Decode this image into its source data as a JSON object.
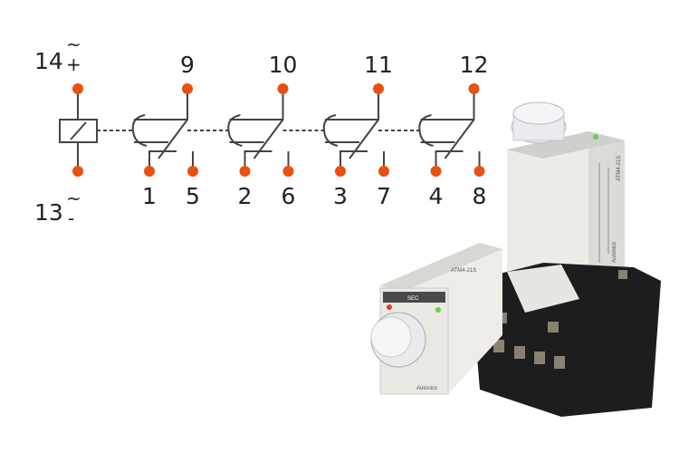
{
  "diagram": {
    "coil": {
      "top_terminal": "14",
      "top_polarity": "+",
      "top_ac": "~",
      "bottom_terminal": "13",
      "bottom_polarity": "-",
      "bottom_ac": "~"
    },
    "contacts": [
      {
        "common": "9",
        "nc": "1",
        "no": "5"
      },
      {
        "common": "10",
        "nc": "2",
        "no": "6"
      },
      {
        "common": "11",
        "nc": "3",
        "no": "7"
      },
      {
        "common": "12",
        "nc": "4",
        "no": "8"
      }
    ],
    "terminal_color": "#e8500f",
    "line_color": "#444444"
  },
  "product": {
    "brand": "Autonics",
    "model": "ATM4-21S",
    "dial_unit": "SEC"
  }
}
